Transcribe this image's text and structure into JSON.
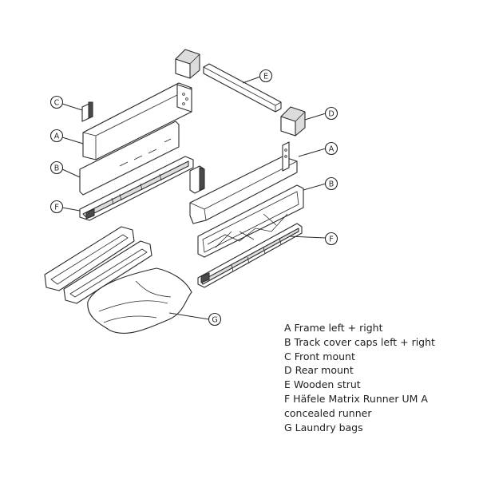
{
  "callouts": [
    {
      "key": "a1",
      "letter": "A"
    },
    {
      "key": "a2",
      "letter": "A"
    },
    {
      "key": "b1",
      "letter": "B"
    },
    {
      "key": "b2",
      "letter": "B"
    },
    {
      "key": "c",
      "letter": "C"
    },
    {
      "key": "d",
      "letter": "D"
    },
    {
      "key": "e",
      "letter": "E"
    },
    {
      "key": "f1",
      "letter": "F"
    },
    {
      "key": "f2",
      "letter": "F"
    },
    {
      "key": "g",
      "letter": "G"
    }
  ],
  "legend": [
    "A Frame left + right",
    "B Track cover caps left + right",
    "C Front mount",
    "D Rear mount",
    "E Wooden strut",
    "F Häfele Matrix Runner UM A",
    "concealed runner",
    "G Laundry bags"
  ]
}
